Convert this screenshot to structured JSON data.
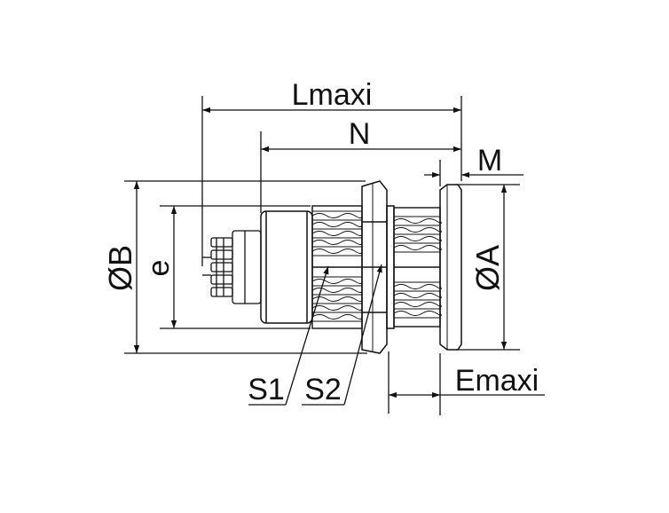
{
  "labels": {
    "lmaxi": "Lmaxi",
    "n": "N",
    "m": "M",
    "dia_b": "ØB",
    "e": "e",
    "dia_a": "ØA",
    "s1": "S1",
    "s2": "S2",
    "emaxi": "Emaxi"
  },
  "colors": {
    "line": "#111111",
    "background": "#ffffff"
  }
}
